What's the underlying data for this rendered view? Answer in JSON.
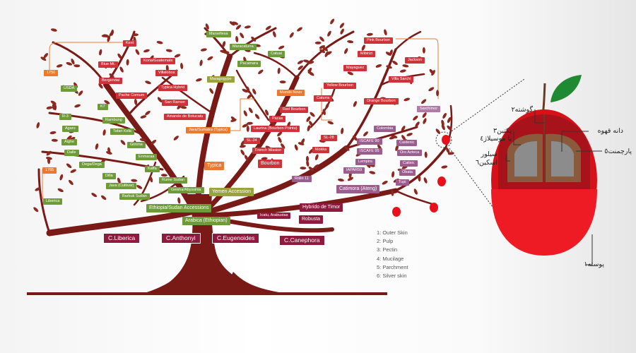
{
  "labels": {
    "liberica": "C.Liberica",
    "anthonyi": "C.Anthonyi",
    "eugenoides": "C.Eugenoides",
    "canephora": "C.Canephora",
    "arabica_ethiopian": "Arabica (Ethiopian)",
    "ethiopia_sudan": "Ethiopia/Sudan Accessions",
    "yemen_accession": "Yemen Accession",
    "typica": "Typica",
    "bourbon": "Bourbon",
    "robusta": "Robusta",
    "hybrido_de_timor": "Hybrido de Timor",
    "icatu_arabustas": "Icatu, Arabustas",
    "catimora": "Catimora (Ateng)",
    "rolin": "Rolin 11",
    "keet": "Keet",
    "y1750": "1750",
    "usda": "USDA",
    "blue_mt": "Blue Mt.",
    "kona_guatemala": "Kona/Guatemala",
    "bergendal": "Bergendal",
    "villalobos": "Villalobos",
    "pache_comum": "Pache Comum",
    "typica_hybrid": "Typica Hybrid",
    "k7": "K7",
    "san_ramon": "San Ramon",
    "r3": "R-3",
    "rambung": "Rambung",
    "amarelo_botucatu": "Amarelo de Botucatu",
    "agaro": "Agaro",
    "tafari_kela": "Tafari Kela",
    "java_sumatra": "Java/Sumatra (Typica)",
    "alghe": "Alghe",
    "gimma": "Gimma",
    "dalle": "Dalle",
    "enmaraa": "Enmaraa",
    "y1765": "1765",
    "dega": "Dega/Dega",
    "kaffa": "Kaffa",
    "dilla": "Dilla",
    "rume_sudan": "Rume Sudan",
    "java_cultivar": "Java (Cultivar)",
    "geisha": "Geisha/Abyssinia",
    "barbuk_sudan": "Barbuk Sudan",
    "liberica_sm": "Liberica",
    "maragogype": "Maragogype",
    "marsellesa": "Marsellesa",
    "maracaturra": "Maracaturra",
    "catuai": "Catuai",
    "pacamara": "Pacamara",
    "mundo_novo": "Mundo Novo",
    "pink_bourbon": "Pink Bourbon",
    "mibirizi": "Mibirizi",
    "jackson": "Jackson",
    "mayaguez": "Mayaguez",
    "yellow_bourbon": "Yellow Bourbon",
    "villa_sarchi": "Villa Sarchi",
    "caturra": "Caturra",
    "orange_bourbon": "Orange Bourbon",
    "sarchimor": "Sarchimor",
    "red_bourbon": "Red Bourbon",
    "pacas": "Pacas",
    "laurina": "Laurina (Bourbon Pointu)",
    "sl34": "SL-34",
    "sl28": "SL-28",
    "french_mission": "French Mission",
    "mokka": "Mokka",
    "colombia": "Colombia",
    "iscafe90": "ISCAFE 90",
    "castenic": "Castenic",
    "iscafe95": "ISCAFE 95",
    "oro_azteca": "Oro Azteca",
    "lempira": "Lempira",
    "catisic": "Catisic",
    "iapar59": "IAPAR59",
    "obata": "Obata",
    "tupi": "Tupi"
  },
  "legend": [
    "1: Outer Skin",
    "2: Pulp",
    "3: Pectin",
    "4: Mucilage",
    "5: Parchment",
    "6: Silver skin"
  ],
  "fruit_labels": {
    "gooshte": "گوشته٢",
    "pectin": "پکتین٣",
    "mucilage": "یا موسیلاژ٤",
    "silver1": "سیلور",
    "silver2": "اسکین٦",
    "bean": "دانه قهوه",
    "parchment": "پارچمنت٥",
    "skin": "پوسته١"
  },
  "colors": {
    "trunk": "#7a1a17",
    "leaf": "#8c2820",
    "fruit_red": "#e8111b",
    "parchment_brown": "#8a5a3c",
    "bean_gray": "#8c8c8c",
    "stem_leaf": "#1f8a32"
  }
}
